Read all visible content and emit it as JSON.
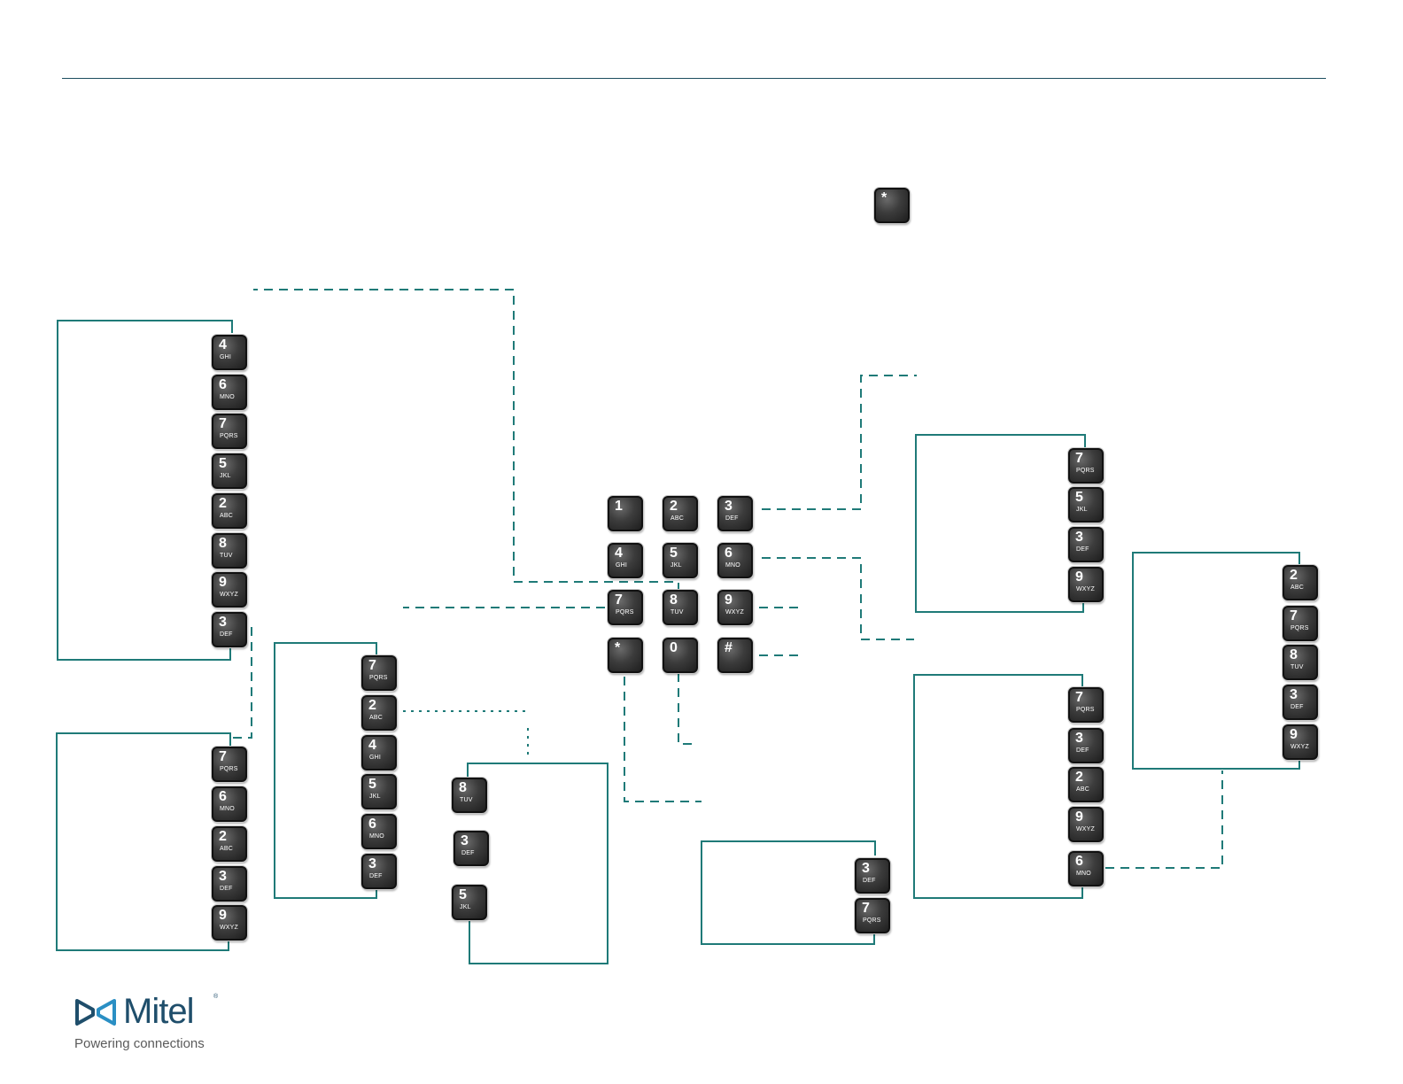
{
  "keys": {
    "star_top": {
      "num": "*",
      "letters": ""
    },
    "main": [
      {
        "num": "1",
        "letters": ""
      },
      {
        "num": "2",
        "letters": "ABC"
      },
      {
        "num": "3",
        "letters": "DEF"
      },
      {
        "num": "4",
        "letters": "GHI"
      },
      {
        "num": "5",
        "letters": "JKL"
      },
      {
        "num": "6",
        "letters": "MNO"
      },
      {
        "num": "7",
        "letters": "PQRS"
      },
      {
        "num": "8",
        "letters": "TUV"
      },
      {
        "num": "9",
        "letters": "WXYZ"
      },
      {
        "num": "*",
        "letters": ""
      },
      {
        "num": "0",
        "letters": ""
      },
      {
        "num": "#",
        "letters": ""
      }
    ],
    "box_a": [
      {
        "num": "4",
        "letters": "GHI"
      },
      {
        "num": "6",
        "letters": "MNO"
      },
      {
        "num": "7",
        "letters": "PQRS"
      },
      {
        "num": "5",
        "letters": "JKL"
      },
      {
        "num": "2",
        "letters": "ABC"
      },
      {
        "num": "8",
        "letters": "TUV"
      },
      {
        "num": "9",
        "letters": "WXYZ"
      },
      {
        "num": "3",
        "letters": "DEF"
      }
    ],
    "box_b": [
      {
        "num": "7",
        "letters": "PQRS"
      },
      {
        "num": "6",
        "letters": "MNO"
      },
      {
        "num": "2",
        "letters": "ABC"
      },
      {
        "num": "3",
        "letters": "DEF"
      },
      {
        "num": "9",
        "letters": "WXYZ"
      }
    ],
    "box_c": [
      {
        "num": "7",
        "letters": "PQRS"
      },
      {
        "num": "2",
        "letters": "ABC"
      },
      {
        "num": "4",
        "letters": "GHI"
      },
      {
        "num": "5",
        "letters": "JKL"
      },
      {
        "num": "6",
        "letters": "MNO"
      },
      {
        "num": "3",
        "letters": "DEF"
      }
    ],
    "box_d": [
      {
        "num": "8",
        "letters": "TUV"
      },
      {
        "num": "3",
        "letters": "DEF"
      },
      {
        "num": "5",
        "letters": "JKL"
      }
    ],
    "box_e": [
      {
        "num": "3",
        "letters": "DEF"
      },
      {
        "num": "7",
        "letters": "PQRS"
      }
    ],
    "box_f": [
      {
        "num": "7",
        "letters": "PQRS"
      },
      {
        "num": "5",
        "letters": "JKL"
      },
      {
        "num": "3",
        "letters": "DEF"
      },
      {
        "num": "9",
        "letters": "WXYZ"
      }
    ],
    "box_g": [
      {
        "num": "7",
        "letters": "PQRS"
      },
      {
        "num": "3",
        "letters": "DEF"
      },
      {
        "num": "2",
        "letters": "ABC"
      },
      {
        "num": "9",
        "letters": "WXYZ"
      },
      {
        "num": "6",
        "letters": "MNO"
      }
    ],
    "box_h": [
      {
        "num": "2",
        "letters": "ABC"
      },
      {
        "num": "7",
        "letters": "PQRS"
      },
      {
        "num": "8",
        "letters": "TUV"
      },
      {
        "num": "3",
        "letters": "DEF"
      },
      {
        "num": "9",
        "letters": "WXYZ"
      }
    ]
  },
  "colors": {
    "connector": "#1f7a78",
    "rule": "#1d4e5f",
    "brand": "#1f4e6b"
  },
  "logo": {
    "wordmark": "Mitel",
    "registered": "®",
    "tagline": "Powering connections"
  }
}
